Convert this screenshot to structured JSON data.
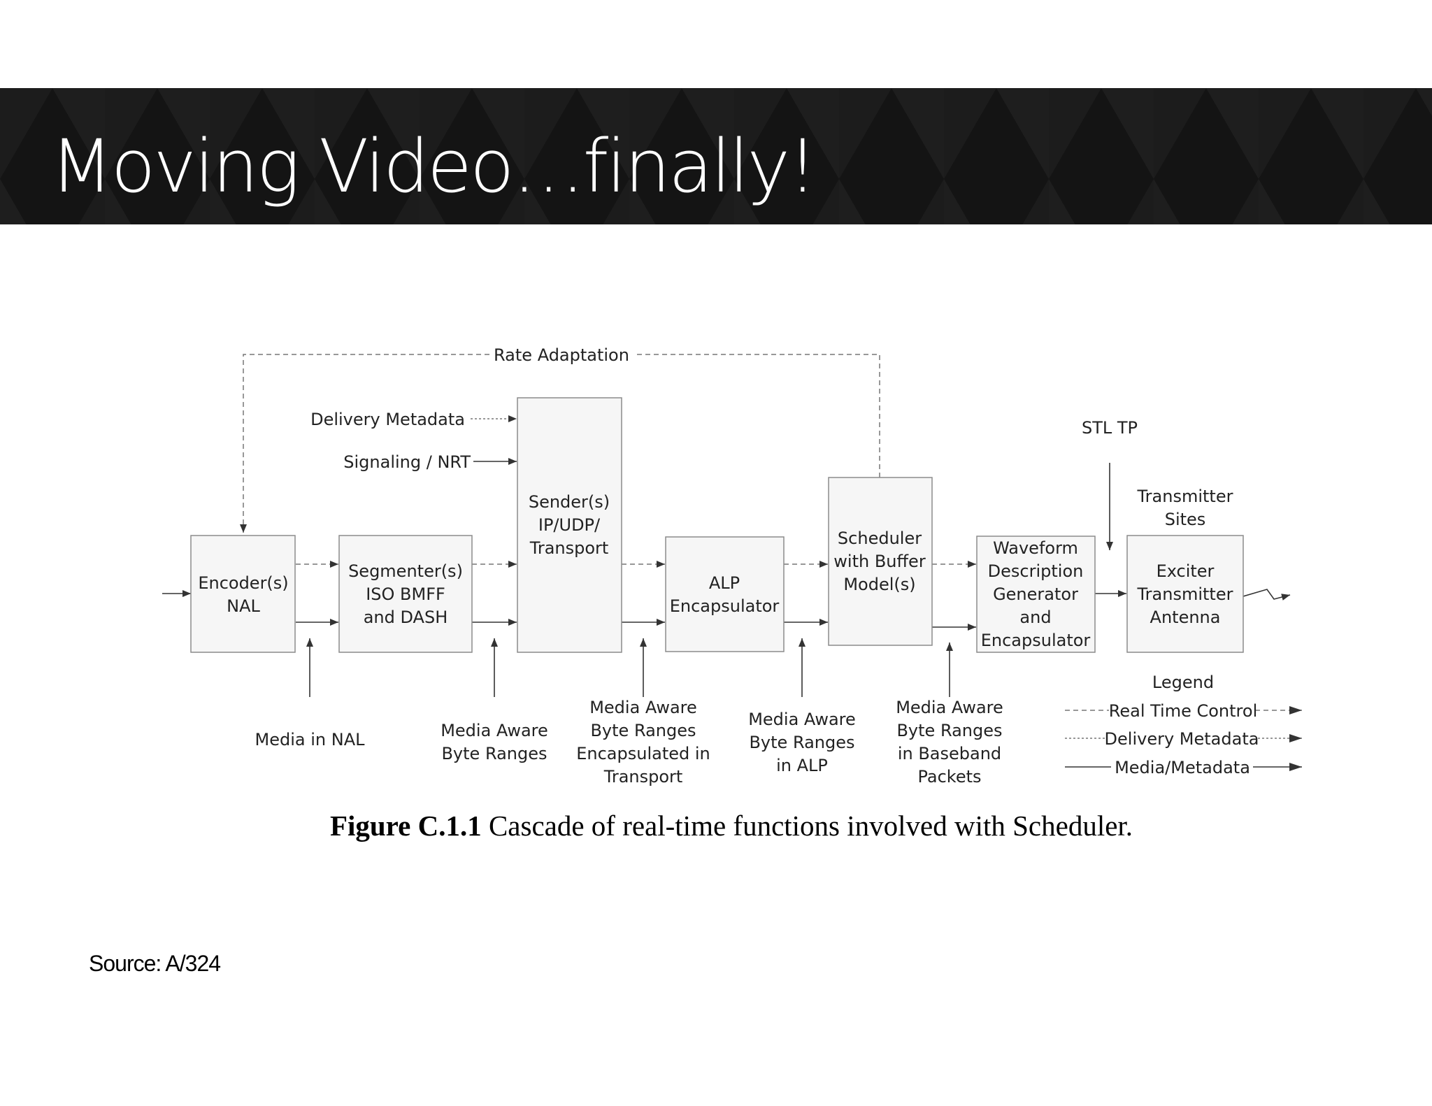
{
  "slide": {
    "title": "Moving Video…finally!",
    "source": "Source: A/324"
  },
  "diagram": {
    "boxes": {
      "encoder": [
        "Encoder(s)",
        "NAL"
      ],
      "segmenter": [
        "Segmenter(s)",
        "ISO BMFF",
        "and DASH"
      ],
      "sender": [
        "Sender(s)",
        "IP/UDP/",
        "Transport"
      ],
      "alp": [
        "ALP",
        "Encapsulator"
      ],
      "scheduler": [
        "Scheduler",
        "with Buffer",
        "Model(s)"
      ],
      "waveform": [
        "Waveform",
        "Description",
        "Generator",
        "and",
        "Encapsulator"
      ],
      "exciter": [
        "Exciter",
        "Transmitter",
        "Antenna"
      ]
    },
    "labels": {
      "rate_adaptation": "Rate Adaptation",
      "delivery_metadata": "Delivery Metadata",
      "signaling_nrt": "Signaling / NRT",
      "stl_tp": "STL TP",
      "transmitter_sites": [
        "Transmitter",
        "Sites"
      ],
      "media_in_nal": "Media in NAL",
      "media_aware_byte_ranges": [
        "Media Aware",
        "Byte Ranges"
      ],
      "encapsulated_transport": [
        "Media Aware",
        "Byte Ranges",
        "Encapsulated in",
        "Transport"
      ],
      "byte_ranges_alp": [
        "Media Aware",
        "Byte Ranges",
        "in ALP"
      ],
      "byte_ranges_baseband": [
        "Media Aware",
        "Byte Ranges",
        "in Baseband",
        "Packets"
      ]
    },
    "legend": {
      "title": "Legend",
      "items": [
        "Real Time Control",
        "Delivery Metadata",
        "Media/Metadata"
      ]
    },
    "caption": {
      "number": "Figure C.1.1",
      "text": " Cascade of real-time functions involved with Scheduler."
    }
  }
}
